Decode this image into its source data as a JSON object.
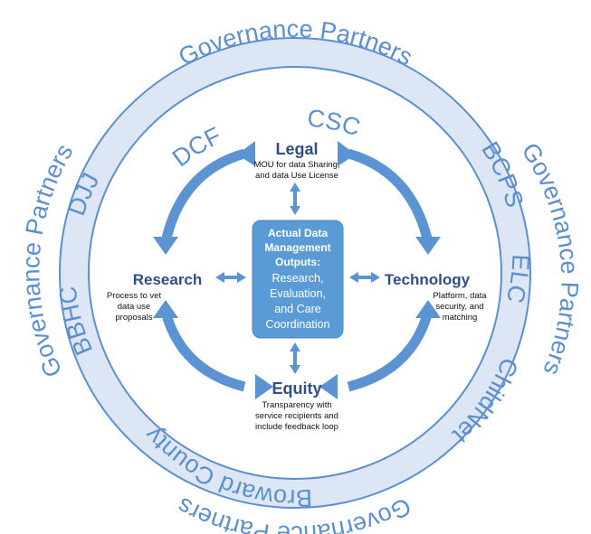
{
  "ring": {
    "outer_labels": {
      "top": "Governance Partners",
      "left": "Governance Partners",
      "right": "Governance Partners",
      "bottom": "Governance Partners"
    },
    "partners": {
      "dcf": "DCF",
      "csc": "CSC",
      "bcps": "BCPS",
      "djj": "DJJ",
      "elc": "ELC",
      "bbhc": "BBHC",
      "childnet": "ChildNet",
      "broward": "Broward County"
    }
  },
  "center": {
    "line1": "Actual Data",
    "line2": "Management",
    "line3": "Outputs:",
    "line4": "Research,",
    "line5": "Evaluation,",
    "line6": "and Care",
    "line7": "Coordination"
  },
  "nodes": {
    "legal": {
      "title": "Legal",
      "desc1": "MOU for data Sharing,",
      "desc2": "and data Use License"
    },
    "research": {
      "title": "Research",
      "desc1": "Process to vet",
      "desc2": "data use",
      "desc3": "proposals"
    },
    "technology": {
      "title": "Technology",
      "desc1": "Platform, data",
      "desc2": "security, and",
      "desc3": "matching"
    },
    "equity": {
      "title": "Equity",
      "desc1": "Transparency with",
      "desc2": "service recipients and",
      "desc3": "include feedback loop"
    }
  },
  "colors": {
    "ring_fill": "#dce6f4",
    "ring_stroke": "#5b8fd0",
    "arrow": "#5b93d3",
    "center_box": "#5b9bd5",
    "title": "#2f4f86"
  }
}
